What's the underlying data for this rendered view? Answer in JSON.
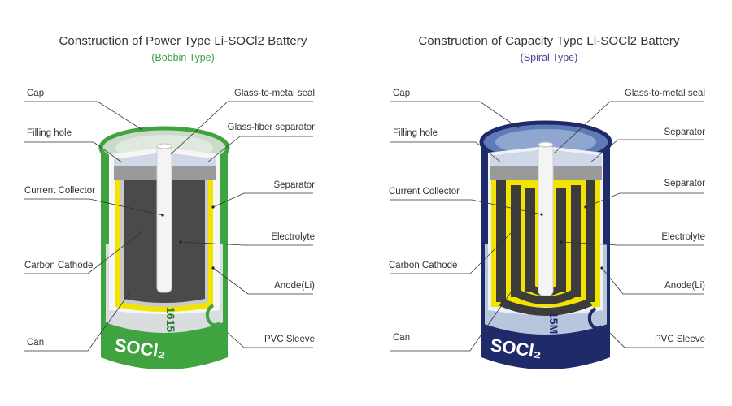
{
  "left": {
    "title": "Construction of Power Type Li-SOCl2 Battery",
    "subtitle": "(Bobbin Type)",
    "labels_left": [
      "Cap",
      "Filling hole",
      "Current Collector",
      "Carbon Cathode",
      "Can"
    ],
    "labels_right": [
      "Glass-to-metal seal",
      "Glass-fiber separator",
      "Separator",
      "Electrolyte",
      "Anode(Li)",
      "PVC Sleeve"
    ],
    "sleeve_text": "SOCl₂",
    "body_text": "1615",
    "colors": {
      "sleeve": "#3fa33f",
      "cathode": "#4a4a4a",
      "anode": "#f2e400",
      "collector": "#f4f4f4"
    }
  },
  "right": {
    "title": "Construction of Capacity Type Li-SOCl2 Battery",
    "subtitle": "(Spiral Type)",
    "labels_left": [
      "Cap",
      "Filling hole",
      "Current Collector",
      "Carbon Cathode",
      "Can"
    ],
    "labels_right": [
      "Glass-to-metal seal",
      "Separator",
      "Separator",
      "Electrolyte",
      "Anode(Li)",
      "PVC Sleeve"
    ],
    "sleeve_text": "SOCl₂",
    "body_text": "15M",
    "colors": {
      "sleeve": "#1f2a6b",
      "cathode": "#3c3c3c",
      "anode": "#f2e400",
      "collector": "#f4f4f4"
    }
  }
}
